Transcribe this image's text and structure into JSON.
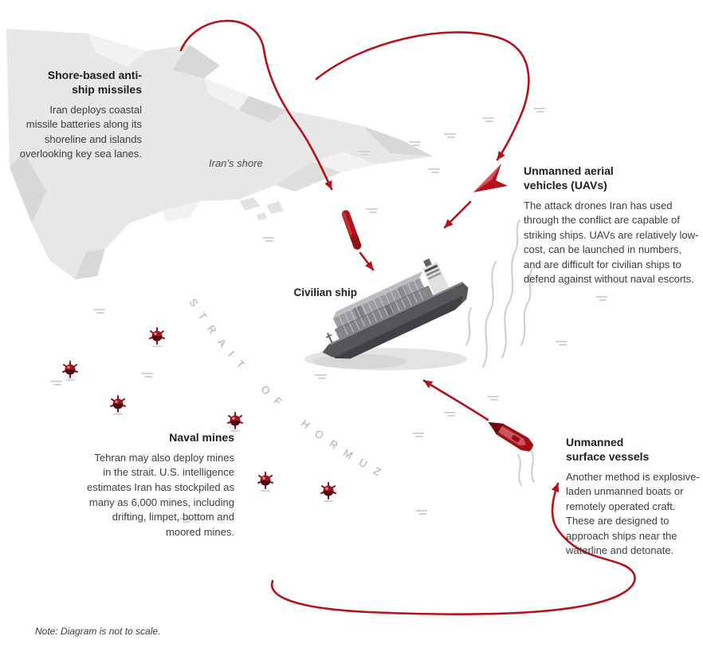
{
  "labels": {
    "strait": "STRAIT OF HORMUZ",
    "irans_shore": "Iran’s shore",
    "civilian_ship": "Civilian ship"
  },
  "sections": {
    "missiles": {
      "title": "Shore-based anti-ship missiles",
      "body": "Iran deploys coastal missile batteries along its shoreline and islands overlooking key sea lanes."
    },
    "uav": {
      "title": "Unmanned aerial vehicles (UAVs)",
      "body": "The attack drones Iran has used through the conflict are capable of striking ships. UAVs are relatively low-cost, can be launched in numbers, and are difficult for civilian ships to defend against without naval escorts."
    },
    "mines": {
      "title": "Naval mines",
      "body": "Tehran may also deploy mines in the strait. U.S. intelligence estimates Iran has stockpiled as many as 6,000 mines, including drifting, limpet, bottom and moored mines."
    },
    "usv": {
      "title": "Unmanned surface vessels",
      "body": "Another method is explosive-laden unmanned boats or remotely operated craft. These are designed to approach ships near the waterline and detonate."
    }
  },
  "note": "Note: Diagram is not to scale.",
  "colors": {
    "accent_red": "#b4131c",
    "mine_red": "#8e1018",
    "land_gray": "#e7e7e7",
    "ripple_gray": "#d3d3d3",
    "strait_gray": "#ababab"
  }
}
